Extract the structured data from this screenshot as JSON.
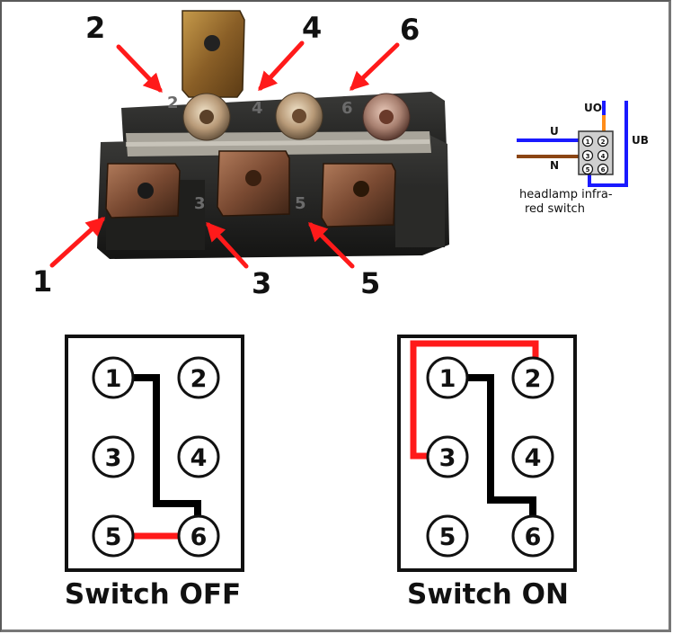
{
  "photo": {
    "callouts": [
      "1",
      "2",
      "3",
      "4",
      "5",
      "6"
    ],
    "stamped_numbers": [
      "2",
      "4",
      "6",
      "3",
      "5"
    ]
  },
  "inset": {
    "labels": {
      "u": "U",
      "n": "N",
      "uo": "UO",
      "ub": "UB"
    },
    "pins": [
      "1",
      "2",
      "3",
      "4",
      "5",
      "6"
    ],
    "caption_line1": "headlamp infra-",
    "caption_line2": "red switch",
    "colors": {
      "u": "#1a1aff",
      "n": "#8b4513",
      "uo": "#ff8c1a",
      "ub": "#1a1aff"
    }
  },
  "switch_off": {
    "caption": "Switch OFF",
    "pins": [
      "1",
      "2",
      "3",
      "4",
      "5",
      "6"
    ],
    "links": [
      {
        "from": "1",
        "to": "6",
        "color": "#000000"
      },
      {
        "from": "5",
        "to": "6",
        "color": "#ff1a1a"
      }
    ]
  },
  "switch_on": {
    "caption": "Switch ON",
    "pins": [
      "1",
      "2",
      "3",
      "4",
      "5",
      "6"
    ],
    "links": [
      {
        "from": "1",
        "to": "6",
        "color": "#000000"
      },
      {
        "from": "2",
        "to": "3",
        "color": "#ff1a1a"
      }
    ]
  },
  "colors": {
    "arrow": "#ff1a1a",
    "link_black": "#000000",
    "link_red": "#ff1a1a"
  }
}
